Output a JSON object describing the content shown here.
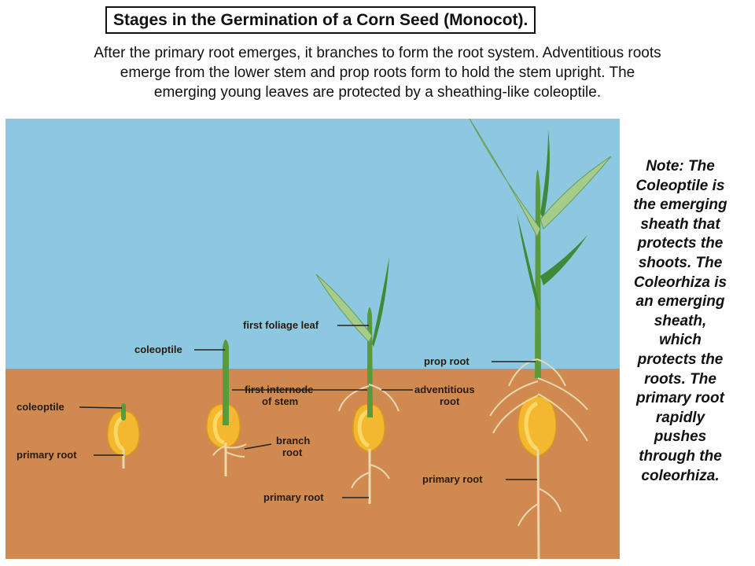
{
  "title": "Stages in the Germination of a Corn Seed (Monocot).",
  "intro_lines": [
    "After the primary root emerges, it branches to form the root system.  Adventitious roots",
    "emerge from the lower stem and prop roots form to hold the stem upright.  The",
    "emerging young leaves are protected by a sheathing-like coleoptile."
  ],
  "labels": {
    "stage1_coleoptile": "coleoptile",
    "stage1_primary_root": "primary root",
    "stage2_coleoptile": "coleoptile",
    "stage2_first_internode_1": "first internode",
    "stage2_first_internode_2": "of stem",
    "stage2_branch_root_1": "branch",
    "stage2_branch_root_2": "root",
    "stage2_primary_root": "primary root",
    "stage3_first_foliage_leaf": "first foliage leaf",
    "stage3_adventitious_root_1": "adventitious",
    "stage3_adventitious_root_2": "root",
    "stage4_prop_root": "prop root",
    "stage4_primary_root": "primary root"
  },
  "note_lines": [
    "Note: The",
    "Coleoptile is",
    "the emerging",
    "sheath that",
    "protects the",
    "shoots.  The",
    "Coleorhiza is",
    "an emerging",
    "sheath,",
    "which",
    "protects the",
    "roots.  The",
    "primary root",
    "rapidly",
    "pushes",
    "through the",
    "coleorhiza."
  ],
  "colors": {
    "sky": "#8cc8df",
    "soil": "#d08a50",
    "seed": "#f4b830",
    "seed_highlight": "#fde070",
    "stem": "#5a9a3a",
    "leaf_dark": "#3f8a3a",
    "leaf_light": "#a6cc8a",
    "root": "#e8d8b0"
  }
}
